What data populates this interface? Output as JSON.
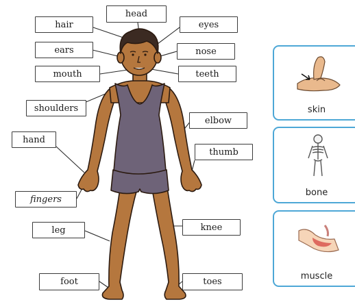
{
  "labels": {
    "head": "head",
    "hair": "hair",
    "eyes": "eyes",
    "ears": "ears",
    "nose": "nose",
    "mouth": "mouth",
    "teeth": "teeth",
    "shoulders": "shoulders",
    "elbow": "elbow",
    "hand": "hand",
    "thumb": "thumb",
    "fingers": "fingers",
    "leg": "leg",
    "knee": "knee",
    "foot": "foot",
    "toes": "toes"
  },
  "cards": {
    "skin": "skin",
    "bone": "bone",
    "muscle": "muscle"
  },
  "colors": {
    "skin_tone": "#b5773e",
    "outline": "#2b1a10",
    "vest": "#6e6378",
    "card_border": "#4da7d6"
  }
}
